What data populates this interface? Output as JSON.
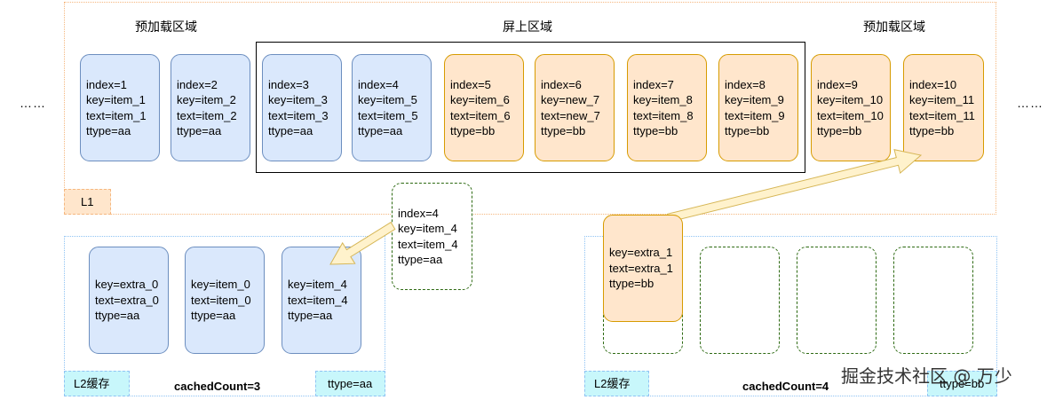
{
  "titles": {
    "preload_left": "预加载区域",
    "on_screen": "屏上区域",
    "preload_right": "预加载区域"
  },
  "ellipsis_left": "……",
  "ellipsis_right": "……",
  "l1_cards": [
    {
      "index": "index=1",
      "key": "key=item_1",
      "text": "text=item_1",
      "ttype": "ttype=aa",
      "color": "blue"
    },
    {
      "index": "index=2",
      "key": "key=item_2",
      "text": "text=item_2",
      "ttype": "ttype=aa",
      "color": "blue"
    },
    {
      "index": "index=3",
      "key": "key=item_3",
      "text": "text=item_3",
      "ttype": "ttype=aa",
      "color": "blue"
    },
    {
      "index": "index=4",
      "key": "key=item_5",
      "text": "text=item_5",
      "ttype": "ttype=aa",
      "color": "blue"
    },
    {
      "index": "index=5",
      "key": "key=item_6",
      "text": "text=item_6",
      "ttype": "ttype=bb",
      "color": "orange"
    },
    {
      "index": "index=6",
      "key": "key=new_7",
      "text": "text=new_7",
      "ttype": "ttype=bb",
      "color": "orange"
    },
    {
      "index": "index=7",
      "key": "key=item_8",
      "text": "text=item_8",
      "ttype": "ttype=bb",
      "color": "orange"
    },
    {
      "index": "index=8",
      "key": "key=item_9",
      "text": "text=item_9",
      "ttype": "ttype=bb",
      "color": "orange"
    },
    {
      "index": "index=9",
      "key": "key=item_10",
      "text": "text=item_10",
      "ttype": "ttype=bb",
      "color": "orange"
    },
    {
      "index": "index=10",
      "key": "key=item_11",
      "text": "text=item_11",
      "ttype": "ttype=bb",
      "color": "orange"
    }
  ],
  "l1_label": "L1",
  "moving_item": {
    "index": "index=4",
    "key": "key=item_4",
    "text": "text=item_4",
    "ttype": "ttype=aa"
  },
  "l2_left": {
    "cards": [
      {
        "key": "key=extra_0",
        "text": "text=extra_0",
        "ttype": "ttype=aa"
      },
      {
        "key": "key=item_0",
        "text": "text=item_0",
        "ttype": "ttype=aa"
      },
      {
        "key": "key=item_4",
        "text": "text=item_4",
        "ttype": "ttype=aa"
      }
    ],
    "label": "L2缓存",
    "cached_count": "cachedCount=3",
    "ttype_tag": "ttype=aa"
  },
  "l2_right": {
    "card": {
      "key": "key=extra_1",
      "text": "text=extra_1",
      "ttype": "ttype=bb"
    },
    "label": "L2缓存",
    "cached_count": "cachedCount=4",
    "ttype_tag": "ttype=bb"
  },
  "watermark": "掘金技术社区 @ 万少",
  "colors": {
    "blue_fill": "#dae8fc",
    "blue_stroke": "#6c8ebf",
    "orange_fill": "#ffe6cc",
    "orange_stroke": "#d79b00",
    "arrow_fill": "#fff2cc",
    "arrow_stroke": "#d6b656",
    "cyan_tag": "#c8f7fb",
    "dashed_green": "#2d6a12"
  }
}
